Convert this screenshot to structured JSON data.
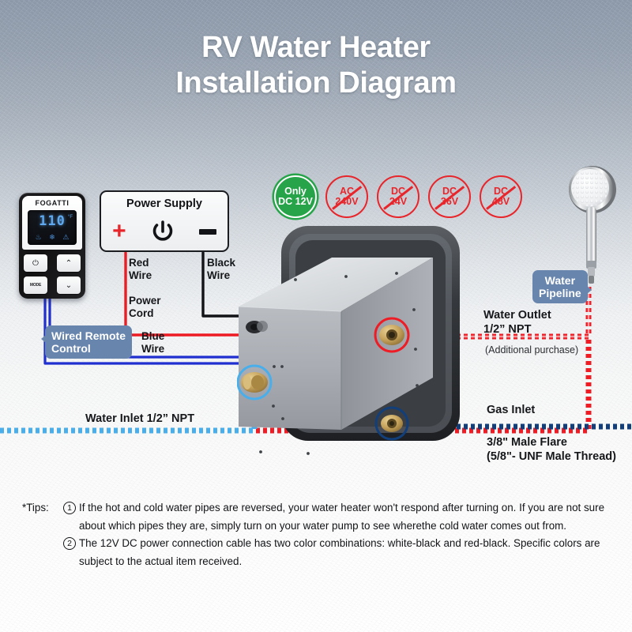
{
  "title": {
    "line1": "RV Water Heater",
    "line2": "Installation Diagram"
  },
  "remote": {
    "brand": "FOGATTI",
    "display_temp": "110",
    "display_unit": "°F",
    "mode_icons": [
      "♨",
      "❄",
      "⚠"
    ],
    "keys": {
      "power": "⏻",
      "up": "⌃",
      "mode": "MODE",
      "down": "⌄"
    }
  },
  "power_supply": {
    "title": "Power Supply",
    "plus": "+",
    "minus": "−",
    "power_icon": "power-icon"
  },
  "labels": {
    "red_wire": "Red\nWire",
    "black_wire": "Black\nWire",
    "power_cord": "Power\nCord",
    "blue_wire": "Blue\nWire",
    "wired_remote": "Wired Remote\nControl",
    "water_inlet": "Water Inlet 1/2” NPT",
    "water_pipeline": "Water\nPipeline",
    "water_outlet": "Water Outlet\n1/2” NPT",
    "additional_purchase": "(Additional purchase)",
    "gas_inlet": "Gas Inlet",
    "gas_thread": "3/8\" Male Flare\n(5/8\"- UNF Male Thread)"
  },
  "voltages": [
    {
      "line1": "Only",
      "line2": "DC 12V",
      "allowed": true
    },
    {
      "line1": "AC",
      "line2": "240V",
      "allowed": false
    },
    {
      "line1": "DC",
      "line2": "24V",
      "allowed": false
    },
    {
      "line1": "DC",
      "line2": "36V",
      "allowed": false
    },
    {
      "line1": "DC",
      "line2": "48V",
      "allowed": false
    }
  ],
  "tips": {
    "heading": "*Tips:",
    "items": [
      {
        "num": "1",
        "text": "If the hot and cold water pipes are reversed, your water heater won't respond after turning on. If you are not sure about which pipes they are, simply turn on your water pump to see wherethe cold water comes out from."
      },
      {
        "num": "2",
        "text": "The 12V DC power connection cable has two color combinations: white-black and red-black. Specific colors are subject to the actual item received."
      }
    ]
  },
  "colors": {
    "red_wire": "#ed1c24",
    "black_wire": "#121316",
    "blue_wire": "#1f2fd0",
    "hot_water": "#ee1c25",
    "cold_water": "#4aaeea",
    "gas": "#123f7a",
    "badge": "#6885ae",
    "allowed_green": "#27a44a",
    "title_white": "#ffffff"
  }
}
